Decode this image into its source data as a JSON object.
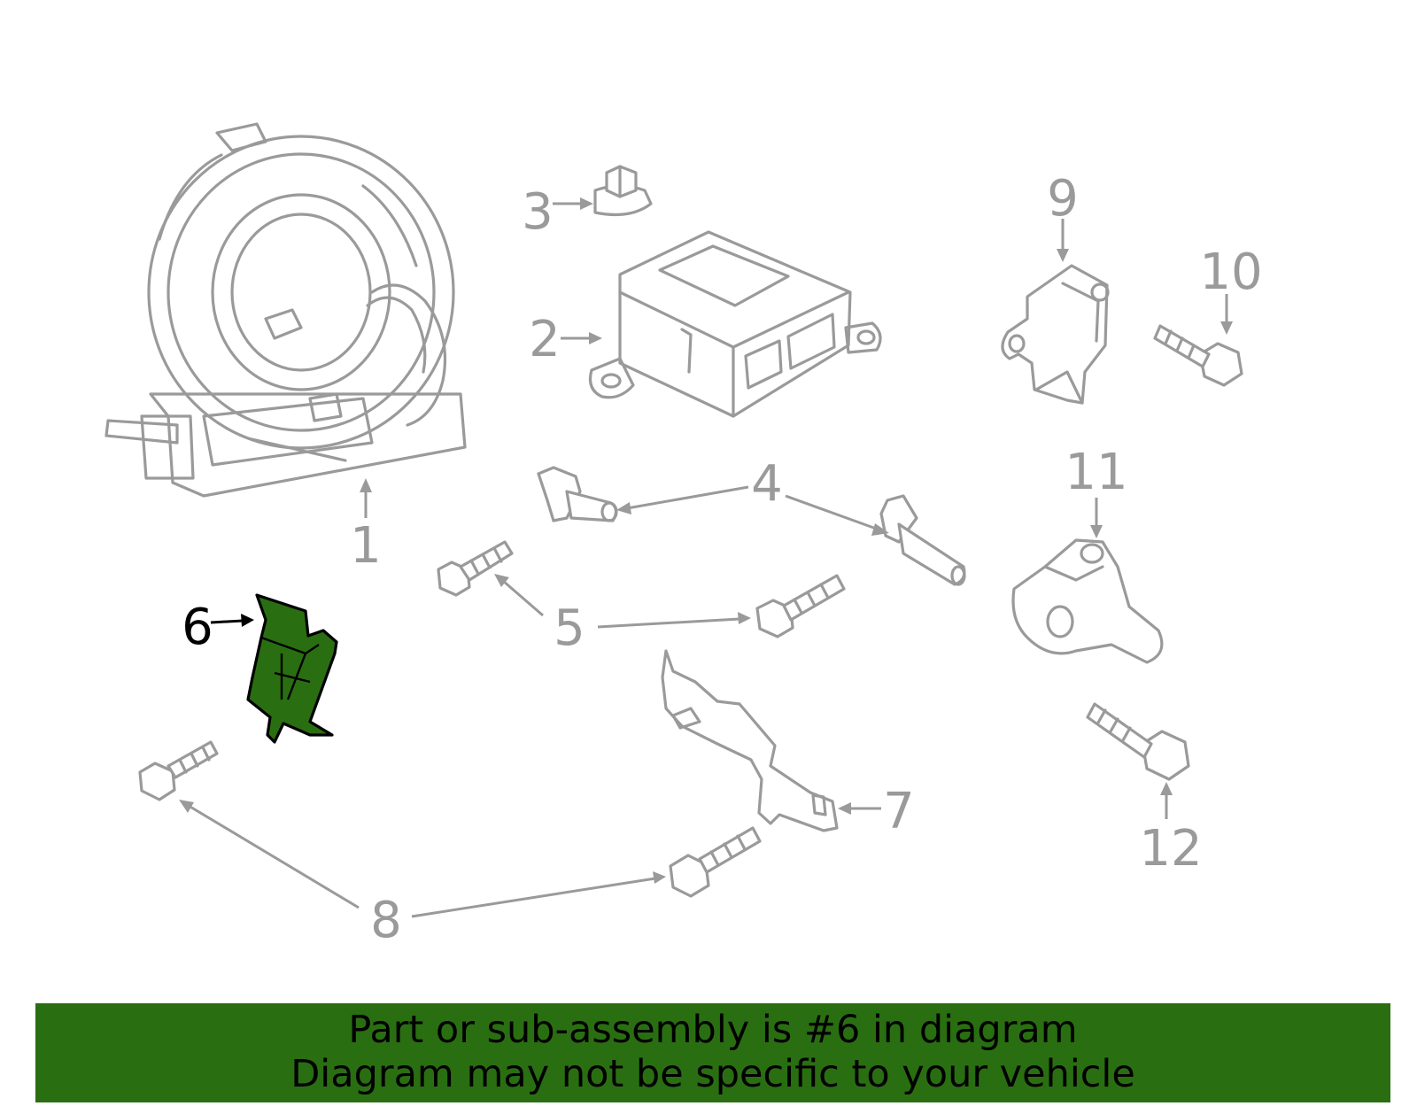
{
  "diagram": {
    "highlighted_callout": "6",
    "colors": {
      "line": "#9a9a9a",
      "highlight_fill": "#2a6e12",
      "highlight_stroke": "#000000",
      "banner_bg": "#2a6e12"
    },
    "callouts": {
      "c1": "1",
      "c2": "2",
      "c3": "3",
      "c4": "4",
      "c5": "5",
      "c6": "6",
      "c7": "7",
      "c8": "8",
      "c9": "9",
      "c10": "10",
      "c11": "11",
      "c12": "12"
    }
  },
  "banner": {
    "line1": "Part or sub-assembly is #6 in diagram",
    "line2": "Diagram may not be specific to your vehicle"
  }
}
